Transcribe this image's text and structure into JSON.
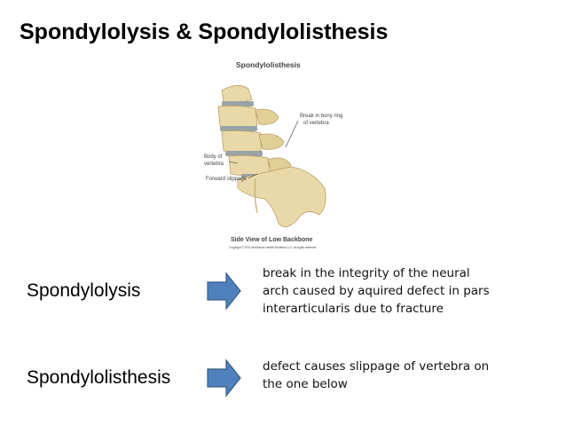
{
  "title": "Spondylolysis & Spondylolisthesis",
  "figure": {
    "heading": "Spondylolisthesis",
    "label_break": [
      "Break in bony ring",
      "of vertebra"
    ],
    "label_body": [
      "Body of",
      "vertebra"
    ],
    "label_forward": "Forward slippage",
    "caption": "Side View of Low Backbone",
    "copyright": "Copyright © 2011 McKesson Health Solutions LLC. All rights reserved."
  },
  "rows": [
    {
      "term": "Spondylolysis",
      "description_lines": [
        "break in the integrity of the neural",
        "arch caused by aquired defect in pars",
        "interarticularis due to fracture"
      ]
    },
    {
      "term": "Spondylolisthesis",
      "description_lines": [
        "defect causes slippage of vertebra on",
        "the one below"
      ]
    }
  ],
  "colors": {
    "arrow_fill": "#4f81bd",
    "arrow_stroke": "#385d8a",
    "bone": "#ead9a8",
    "disc": "#9aa3a6"
  },
  "icons": [
    "right-arrow-icon"
  ]
}
